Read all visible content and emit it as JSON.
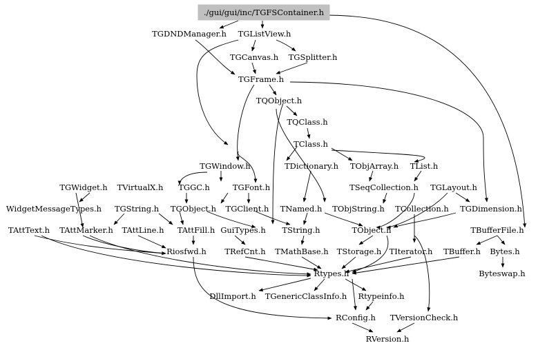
{
  "graph": {
    "root": "./gui/gui/inc/TGFSContainer.h",
    "nodes": {
      "root": "./gui/gui/inc/TGFSContainer.h",
      "tgdndmanager": "TGDNDManager.h",
      "tglistview": "TGListView.h",
      "tgcanvas": "TGCanvas.h",
      "tgsplitter": "TGSplitter.h",
      "tgframe": "TGFrame.h",
      "tqobject": "TQObject.h",
      "tqclass": "TQClass.h",
      "tclass": "TClass.h",
      "tgwindow": "TGWindow.h",
      "tdictionary": "TDictionary.h",
      "tobjarray": "TObjArray.h",
      "tlist": "TList.h",
      "tgwidget": "TGWidget.h",
      "tvirtualx": "TVirtualX.h",
      "tggc": "TGGC.h",
      "tgfont": "TGFont.h",
      "tseqcollection": "TSeqCollection.h",
      "tglayout": "TGLayout.h",
      "widgetmessagetypes": "WidgetMessageTypes.h",
      "tgstring": "TGString.h",
      "tgobject": "TGObject.h",
      "tgclient": "TGClient.h",
      "tnamed": "TNamed.h",
      "tobjstring": "TObjString.h",
      "tcollection": "TCollection.h",
      "tgdimension": "TGDimension.h",
      "tatttext": "TAttText.h",
      "tattmarker": "TAttMarker.h",
      "tattline": "TAttLine.h",
      "tattfill": "TAttFill.h",
      "guitypes": "GuiTypes.h",
      "tstring": "TString.h",
      "tobject": "TObject.h",
      "tbufferfile": "TBufferFile.h",
      "riosfwd": "Riosfwd.h",
      "trefcnt": "TRefCnt.h",
      "tmathbase": "TMathBase.h",
      "tstorage": "TStorage.h",
      "titerator": "TIterator.h",
      "tbuffer": "TBuffer.h",
      "bytes": "Bytes.h",
      "rtypes": "Rtypes.h",
      "byteswap": "Byteswap.h",
      "dllimport": "DllImport.h",
      "tgenericclassinfo": "TGenericClassInfo.h",
      "rtypeinfo": "Rtypeinfo.h",
      "rconfig": "RConfig.h",
      "tversioncheck": "TVersionCheck.h",
      "rversion": "RVersion.h"
    }
  }
}
